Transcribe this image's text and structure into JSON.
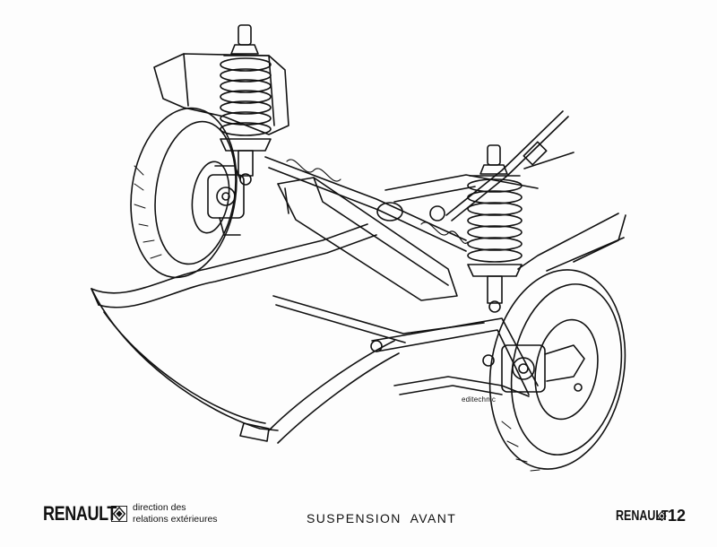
{
  "credit": "editechnic",
  "footer": {
    "brand_left": "RENAULT",
    "department_line1": "direction des",
    "department_line2": "relations extérieures",
    "caption": "SUSPENSION  AVANT",
    "brand_right": "RENAULT",
    "model_number": "12"
  },
  "icons": {
    "illustration": "front-suspension-cutaway-drawing",
    "logo": "renault-diamond-icon"
  },
  "colors": {
    "ink": "#111111",
    "paper": "#fdfdfd"
  }
}
